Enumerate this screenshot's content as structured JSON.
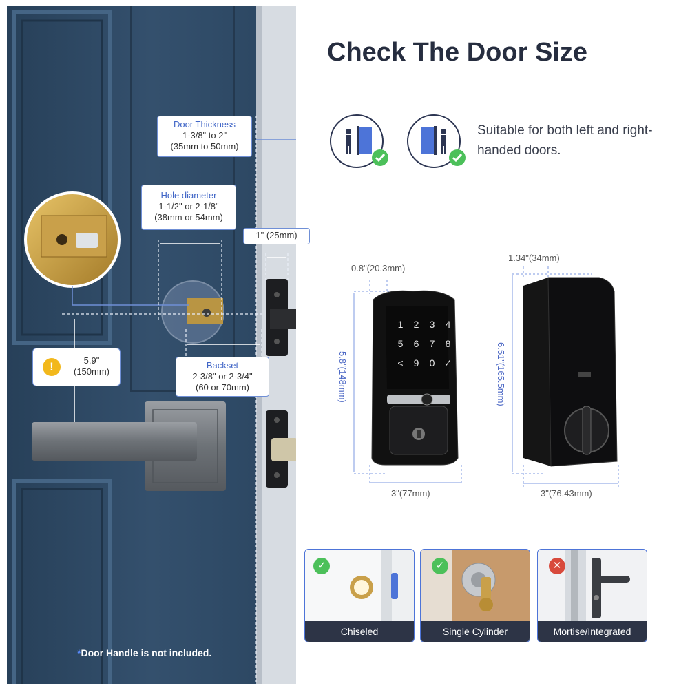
{
  "title": "Check The Door Size",
  "handed_text": "Suitable for both left and right-handed doors.",
  "callouts": {
    "door_thickness": {
      "title": "Door Thickness",
      "line1": "1-3/8\" to 2\"",
      "line2": "(35mm to 50mm)"
    },
    "hole_diameter": {
      "title": "Hole diameter",
      "line1": "1-1/2\" or 2-1/8\"",
      "line2": "(38mm or 54mm)"
    },
    "edge_bore": {
      "line1": "1\" (25mm)"
    },
    "height": {
      "line1": "5.9\"",
      "line2": "(150mm)"
    },
    "backset": {
      "title": "Backset",
      "line1": "2-3/8\" or 2-3/4\"",
      "line2": "(60 or 70mm)"
    }
  },
  "front_lock": {
    "depth": "0.8\"(20.3mm)",
    "height": "5.8\"(148mm)",
    "width": "3\"(77mm)",
    "keys": [
      "1",
      "2",
      "3",
      "4",
      "5",
      "6",
      "7",
      "8",
      "<",
      "9",
      "0",
      "✓"
    ]
  },
  "back_lock": {
    "depth": "1.34\"(34mm)",
    "height": "6.51\"(165.5mm)",
    "width": "3\"(76.43mm)"
  },
  "types": [
    {
      "label": "Chiseled",
      "status": "check-icon"
    },
    {
      "label": "Single Cylinder",
      "status": "check-icon"
    },
    {
      "label": "Mortise/Integrated",
      "status": "cross-icon"
    }
  ],
  "note": {
    "asterisk": "*",
    "text": "Door Handle is not included."
  },
  "colors": {
    "door": "#2f4a66",
    "accent": "#4d74d8",
    "check": "#4cc05a",
    "cross": "#d84a3c",
    "caption": "#2d3446"
  }
}
